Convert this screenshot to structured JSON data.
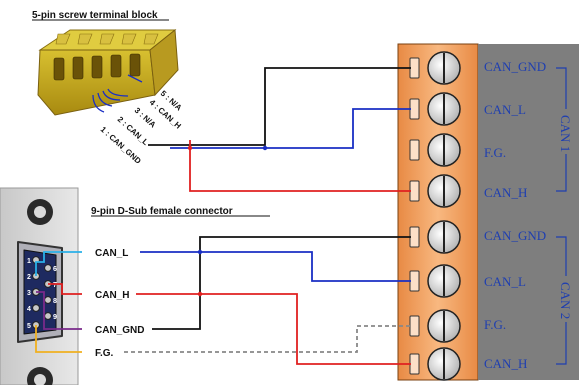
{
  "screw_terminal": {
    "title": "5-pin screw terminal block",
    "pins": [
      "1 : CAN_GND",
      "2 : CAN_L",
      "3 : N/A",
      "4 : CAN_H",
      "5 : N/A"
    ]
  },
  "dsub": {
    "title": "9-pin D-Sub female connector",
    "pin_numbers": [
      "1",
      "2",
      "3",
      "4",
      "5",
      "6",
      "7",
      "8",
      "9"
    ],
    "signals": [
      "CAN_L",
      "CAN_H",
      "CAN_GND",
      "F.G."
    ]
  },
  "terminal_block": {
    "labels": [
      "CAN_GND",
      "CAN_L",
      "F.G.",
      "CAN_H",
      "CAN_GND",
      "CAN_L",
      "F.G.",
      "CAN_H"
    ],
    "ports": [
      "CAN 1",
      "CAN 2"
    ]
  },
  "colors": {
    "black_wire": "#111111",
    "blue_wire": "#1a2fc4",
    "red_wire": "#e02020",
    "cyan_wire": "#2ab0e8",
    "purple_wire": "#7a2a8a",
    "yellow_wire": "#f0b020",
    "fg_wire": "#888888",
    "terminal_orange": "#f0a060",
    "label_blue": "#1f3fb0"
  }
}
